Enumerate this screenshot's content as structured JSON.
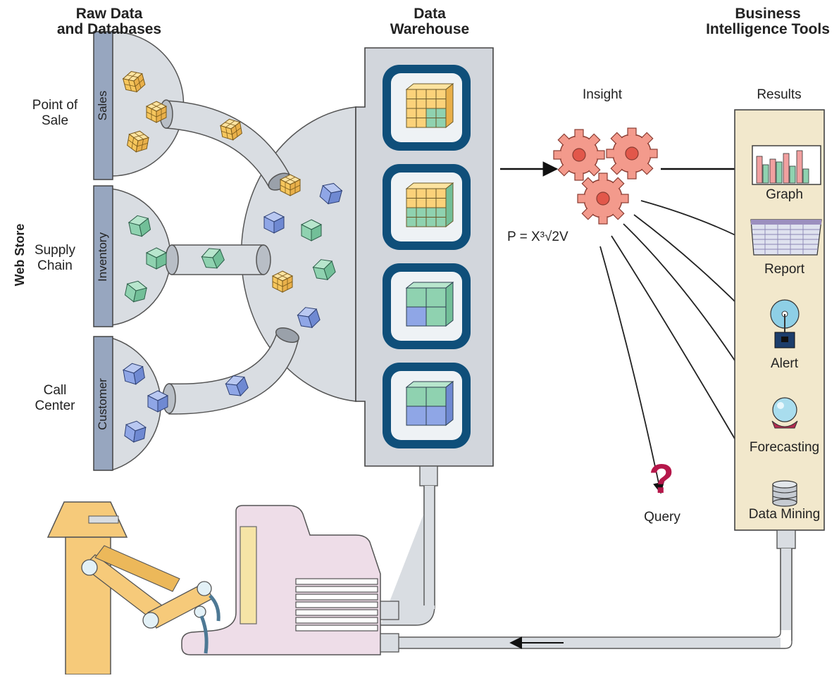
{
  "headers": {
    "raw_data_line1": "Raw Data",
    "raw_data_line2": "and Databases",
    "warehouse_line1": "Data",
    "warehouse_line2": "Warehouse",
    "bi_line1": "Business",
    "bi_line2": "Intelligence Tools"
  },
  "sources": {
    "group_label": "Web Store",
    "items": [
      {
        "outer_line1": "Point of",
        "outer_line2": "Sale",
        "bar": "Sales"
      },
      {
        "outer_line1": "Supply",
        "outer_line2": "Chain",
        "bar": "Inventory"
      },
      {
        "outer_line1": "Call",
        "outer_line2": "Center",
        "bar": "Customer"
      }
    ]
  },
  "insight": {
    "label": "Insight",
    "formula": "P = X³√2V"
  },
  "results": {
    "label": "Results",
    "items": [
      {
        "label": "Graph",
        "icon": "bar-chart-icon"
      },
      {
        "label": "Report",
        "icon": "spreadsheet-icon"
      },
      {
        "label": "Alert",
        "icon": "alarm-bell-icon"
      },
      {
        "label": "Forecasting",
        "icon": "crystal-ball-icon"
      },
      {
        "label": "Data Mining",
        "icon": "database-icon"
      }
    ]
  },
  "query": {
    "label": "Query",
    "glyph": "?",
    "color": "#b5174a"
  },
  "colors": {
    "tray": "#d9dde2",
    "bar": "#97a6bf",
    "warehouse": "#d2d6dc",
    "cube_frame": "#0f4f7a",
    "results_panel": "#f2e8cc",
    "gear": "#f39a8c",
    "cube_yellow": "#fbd27a",
    "cube_green": "#8fd2b0",
    "cube_blue": "#8fa6e6",
    "computer": "#eedde8",
    "robot": "#f6ca7a"
  }
}
